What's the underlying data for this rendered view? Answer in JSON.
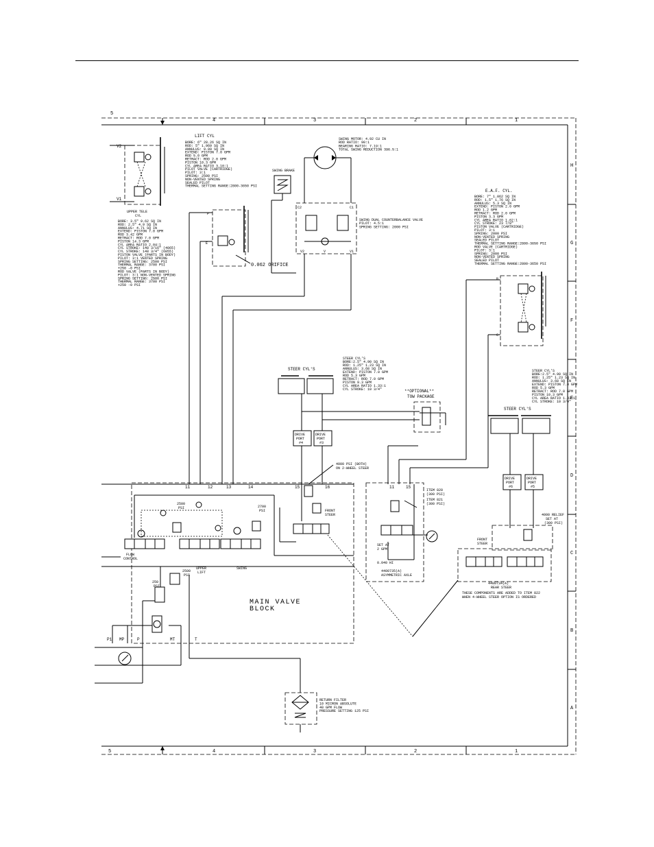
{
  "zones": {
    "columns": [
      "5",
      "4",
      "3",
      "2",
      "1"
    ],
    "rows": [
      "H",
      "G",
      "F",
      "E",
      "D",
      "C",
      "B",
      "A"
    ]
  },
  "lift_cyl": {
    "title": "LIFT CYL",
    "specs": [
      "BORE: 6\" 28.26 SQ IN",
      "ROD: 5\" 1.969 SQ IN",
      "ANNULUS: 9.09 SQ IN",
      "EXTEND: PISTON 7.0 GPM",
      "ROD 5.0 GPM",
      "RETRACT: ROD 2.0 GPM",
      "PISTON 10.3 GPM",
      "CYL AREA RATIO 3.10:1",
      "PILOT VALVE (CARTRIDGE)",
      "PILOT: 3:1",
      "SPRING: 2500 PSI",
      "NON-VENTED SPRING",
      "SEALED PILOT",
      "THERMAL SETTING RANGE:2800-3650 PSI"
    ],
    "orifice": "0.062 ORIFICE",
    "port_top": "P",
    "port_bottom": "E"
  },
  "upper_tele": {
    "title": "UPPER TELE",
    "subtitle": "CYL",
    "port_v2": "V2",
    "port_v1": "V1",
    "specs": [
      "BORE: 3.5\" 9.62 SQ IN",
      "ROD: 2.5\" 4.9 SQ IN",
      "ANNULUS: 4.71 SQ IN",
      "EXTEND: PISTON 7.0 GPM",
      "ROD 3.42 GPM",
      "RETRACT: ROD 7.0 GPM",
      "PISTON 14.3 GPM",
      "CYL AREA RATIO 2.04:1",
      "CYL STROKE: 148 3/16\" (4065)",
      "CYL STROKE: 148 3/4\" (6055)",
      "PISTON VALVE (PARTS IN BODY)",
      "PILOT: 3:1 VENTED SPRING",
      "SPRING SETTING: 2500 PSI",
      "THERMAL RANGE: 3700 PSI",
      "+250 -0 PSI",
      "ROD VALVE (PARTS IN BODY)",
      "PILOT: 3:1 NON-VENTED SPRING",
      "SPRING SETTING: 2500 PSI",
      "THERMAL RANGE: 3700 PSI",
      "+250 -0 PSI"
    ]
  },
  "swing": {
    "specs": [
      "SWING MOTOR: 4.92 CU IN",
      "ROD RATIO: 90:1",
      "BEARING RATIO: 7.19:1",
      "TOTAL SWING REDUCTION 396.5:1"
    ],
    "brake": "SWING BRAKE",
    "counterbalance": [
      "SWING DUAL COUNTERBALANCE VALVE",
      "PILOT: 4.5:1",
      "SPRING SETTING: 2000 PSI"
    ],
    "ports": [
      "C2",
      "C1",
      "V2",
      "V1"
    ]
  },
  "eaf_cyl": {
    "title": "E.A.F. CYL.",
    "specs": [
      "BORE: 7\" 1.062 SQ IN",
      "ROD: 1.5\" 1.76 SQ IN",
      "ANNULUS: 5.3 SQ IN",
      "EXTEND: PISTON 2.0 GPM",
      "ROD 1.2 GPM",
      "RETRACT: ROD 2.0 GPM",
      "PISTON 3.3 GPM",
      "CYL AREA RATIO 1.62:1",
      "CYL STROKE: 23 7/8\"",
      "PISTON VALVE (CARTRIDGE)",
      "PILOT: 3:1",
      "SPRING: 2000 PSI",
      "NON-VENTED SPRING",
      "SEALED PILOT",
      "THERMAL SETTING RANGE:2800-3650 PSI",
      "ROD VALVE (CARTRIDGE)",
      "PILOT: 3:1",
      "SPRING: 2000 PSI",
      "NON-VENTED SPRING",
      "SEALED PILOT",
      "THERMAL SETTING RANGE:2800-3650 PSI"
    ],
    "port_top": "B",
    "port_bottom": "C"
  },
  "steer_front": {
    "label": "STEER CYL'S",
    "specs": [
      "STEER CYL'S",
      "BORE:2.5\" 4.90 SQ IN",
      "ROD: 1.25\" 1.23 SQ IN",
      "ANNULUS: 3.68 SQ IN",
      "EXTEND: PISTON 7.0 GPM",
      "ROD 5.3 GPM",
      "RETRACT: ROD 7.0 GPM",
      "PISTON 9.3 GPM",
      "CYL AREA RATIO 1.33:1",
      "CYL STROKE: 10 3/4\""
    ],
    "port_a": [
      "DRIVE",
      "PORT",
      "#4"
    ],
    "port_b": [
      "DRIVE",
      "PORT",
      "#3"
    ]
  },
  "tow": {
    "line1": "**OPTIONAL**",
    "line2": "TOW PACKAGE"
  },
  "steer_rear": {
    "label": "STEER CYL'S",
    "specs": [
      "STEER CYL'S",
      "BORE:2.5\" 4.90 SQ IN",
      "ROD: 1.25\" 1.23 SQ IN",
      "ANNULUS: 3.68 SQ IN",
      "EXTEND: PISTON 7.0 GPM",
      "ROD 5.3 GPM",
      "RETRACT: ROD 7.0 GPM",
      "PISTON 10.3 GPM",
      "CYL AREA RATIO 1.33:1",
      "CYL STROKE: 10 3/4\""
    ],
    "port_a": [
      "DRIVE",
      "PORT",
      "#6"
    ],
    "port_b": [
      "DRIVE",
      "PORT",
      "#5"
    ]
  },
  "main_valve": {
    "title_1": "MAIN  VALVE",
    "title_2": "BLOCK",
    "ports": [
      "11",
      "12",
      "13",
      "14",
      "15",
      "16"
    ],
    "relief_1": [
      "2500",
      "PSI"
    ],
    "relief_2": [
      "2700",
      "PSI"
    ],
    "relief_3": [
      "2500",
      "PSI"
    ],
    "relief_4": [
      "250",
      "PSI"
    ],
    "flow_control": [
      "FLOW",
      "CONTROL"
    ],
    "upper_lift": [
      "UPPER",
      "LIFT"
    ],
    "swing_label": "SWING",
    "front_steer": [
      "FRONT",
      "STEER"
    ],
    "steer_relief": [
      "4000 PSI (BOTH)",
      "ON 2-WHEEL STEER"
    ],
    "bottom_ports": [
      "P1",
      "MP",
      "P",
      "MT",
      "T"
    ]
  },
  "aux_valve": {
    "ports": [
      "11",
      "15"
    ],
    "items": [
      "ITEM 820",
      "(300 PSI)",
      "ITEM 821",
      "(300 PSI)"
    ],
    "flow": [
      "SET AT",
      "2 GPM"
    ],
    "orifice": "0.040 HI",
    "note": [
      "4400735(A)",
      "ASYMMETRIC AXLE"
    ]
  },
  "rear_steer": {
    "front_steer": [
      "FRONT",
      "STEER"
    ],
    "note": [
      "4400734(A)",
      "REAR STEER"
    ],
    "relief": [
      "4000 RELIEF",
      "SET AT",
      "(300 PSI)"
    ],
    "footnote": [
      "THESE COMPONENTS ARE ADDED TO ITEM 822",
      "WHEN 4-WHEEL STEER OPTION IS ORDERED"
    ]
  },
  "return_filter": [
    "RETURN FILTER",
    "10 MICRON ABSOLUTE",
    "40 GPM FLOW",
    "PRESSURE SETTING 125 PSI"
  ]
}
